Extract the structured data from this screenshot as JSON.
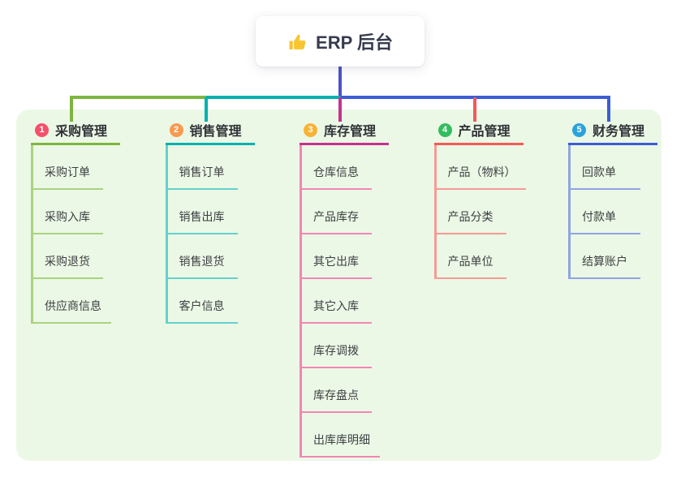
{
  "root": {
    "icon": "thumbs-up",
    "label": "ERP 后台"
  },
  "branches": [
    {
      "badge": "1",
      "label": "采购管理",
      "colors": {
        "badge": "#f5506b",
        "line": "#7db63e",
        "child_line": "#a9d37f"
      },
      "children": [
        "采购订单",
        "采购入库",
        "采购退货",
        "供应商信息"
      ]
    },
    {
      "badge": "2",
      "label": "销售管理",
      "colors": {
        "badge": "#f99a4d",
        "line": "#00b1ae",
        "child_line": "#63d1cc"
      },
      "children": [
        "销售订单",
        "销售出库",
        "销售退货",
        "客户信息"
      ]
    },
    {
      "badge": "3",
      "label": "库存管理",
      "colors": {
        "badge": "#f9b234",
        "line": "#c5338f",
        "child_line": "#f286b4"
      },
      "children": [
        "仓库信息",
        "产品库存",
        "其它出库",
        "其它入库",
        "库存调拨",
        "库存盘点",
        "出库库明细"
      ]
    },
    {
      "badge": "4",
      "label": "产品管理",
      "colors": {
        "badge": "#33bd61",
        "line": "#f05b56",
        "child_line": "#f59b95"
      },
      "children": [
        "产品（物料）",
        "产品分类",
        "产品单位"
      ]
    },
    {
      "badge": "5",
      "label": "财务管理",
      "colors": {
        "badge": "#2ba2dc",
        "line": "#3d5cd7",
        "child_line": "#8fa4e3"
      },
      "children": [
        "回款单",
        "付款单",
        "结算账户"
      ]
    }
  ],
  "connector": {
    "root_line_color": "#4b53c9"
  },
  "canvas": {
    "panel_color": "#ecf8e6",
    "background": "#ffffff",
    "thumb_color": "#f7c531"
  }
}
